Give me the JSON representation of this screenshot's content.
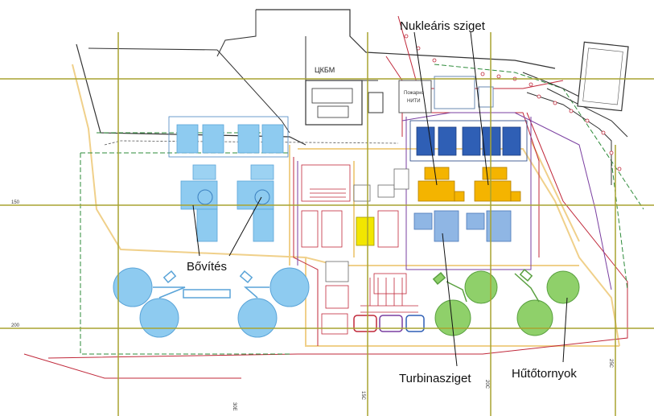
{
  "labels": {
    "nuclear_island": "Nukleáris sziget",
    "expansion": "Bővítés",
    "turbine_island": "Turbinasziget",
    "cooling_towers": "Hűtőtornyok",
    "ckbm": "ЦКБМ",
    "fire_station_line1": "Пожарно",
    "fire_station_line2": "НИТИ"
  },
  "grid_labels": {
    "y150": "150",
    "y200": "200",
    "x1": "30Е",
    "x2": "15С",
    "x3": "20С",
    "x4": "25С"
  },
  "colors": {
    "existing_light_blue": "#8ecbf0",
    "expansion_blue": "#6fb6e8",
    "dark_blue": "#2f5fb5",
    "reactor_orange": "#f4b400",
    "turbine_blue": "#8fb6e4",
    "cooling_green": "#8fd06a",
    "yellow": "#f2e600",
    "grid_olive": "#a8a430",
    "fence_red": "#c0283a",
    "road_beige": "#f2d9a0"
  }
}
